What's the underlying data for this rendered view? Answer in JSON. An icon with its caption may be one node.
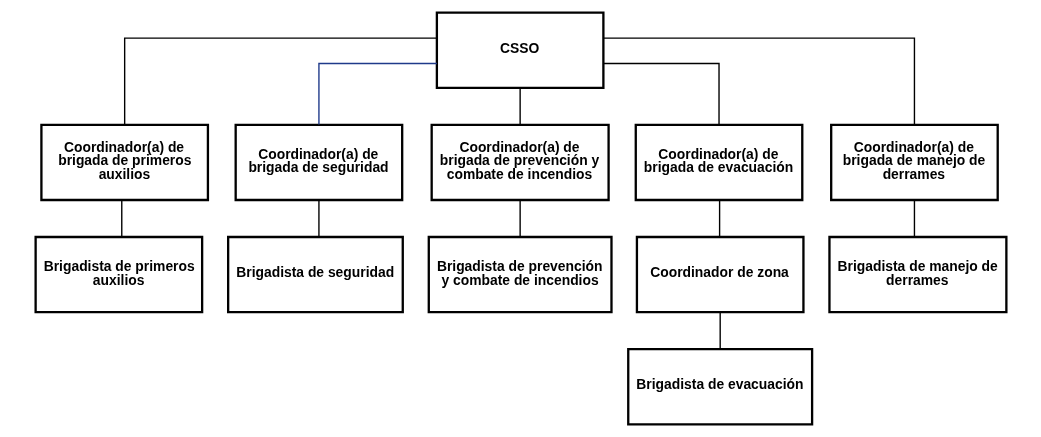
{
  "diagram": {
    "nodes": [
      {
        "text": [
          "CSSO"
        ]
      },
      {
        "text": [
          "Coordinador(a) de brigada de primeros auxilios"
        ]
      },
      {
        "text": [
          "Coordinador(a) de brigada de seguridad"
        ]
      },
      {
        "text": [
          "Coordinador(a) de brigada de prevención y combate de incendios"
        ]
      },
      {
        "text": [
          "Coordinador(a) de brigada de evacuación"
        ]
      },
      {
        "text": [
          "Coordinador(a) de brigada de manejo de derrames"
        ]
      },
      {
        "text": [
          "Brigadista de primeros auxilios"
        ]
      },
      {
        "text": [
          "Brigadista de seguridad"
        ]
      },
      {
        "text": [
          "Brigadista de prevención y combate de incendios"
        ]
      },
      {
        "text": [
          "Coordinador de zona"
        ]
      },
      {
        "text": [
          "Brigadista de manejo de derrames"
        ]
      },
      {
        "text": [
          "Brigadista de evacuación"
        ]
      }
    ],
    "edges": [
      {
        "from": 0,
        "to": 1,
        "arrow": "none"
      },
      {
        "from": 0,
        "to": 2,
        "arrow": "none",
        "color": "#1f3a8a"
      },
      {
        "from": 0,
        "to": 3,
        "arrow": "none"
      },
      {
        "from": 0,
        "to": 4,
        "arrow": "none"
      },
      {
        "from": 0,
        "to": 5,
        "arrow": "none"
      },
      {
        "from": 1,
        "to": 6,
        "arrow": "none"
      },
      {
        "from": 2,
        "to": 7,
        "arrow": "none"
      },
      {
        "from": 3,
        "to": 8,
        "arrow": "none"
      },
      {
        "from": 4,
        "to": 9,
        "arrow": "none"
      },
      {
        "from": 9,
        "to": 11,
        "arrow": "none"
      },
      {
        "from": 5,
        "to": 10,
        "arrow": "none"
      }
    ]
  }
}
